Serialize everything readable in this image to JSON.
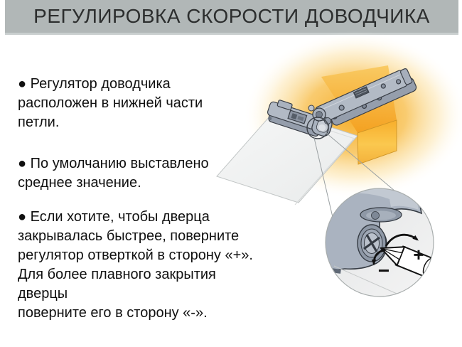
{
  "slide": {
    "title": "РЕГУЛИРОВКА СКОРОСТИ ДОВОДЧИКА",
    "bullets": [
      {
        "text": "● Регулятор доводчика\nрасположен в нижней части\nпетли."
      },
      {
        "text": "● По умолчанию выставлено\nсреднее значение."
      },
      {
        "text": "● Если хотите, чтобы дверца\nзакрывалась быстрее, поверните\nрегулятор отверткой в сторону «+».\nДля более плавного закрытия дверцы\nповерните его в сторону «-»."
      }
    ]
  },
  "illustration": {
    "labels": {
      "plus": "+",
      "minus": "−"
    },
    "colors": {
      "title_bar_bg": "#B1B7B7",
      "panel_yellow": "#F7B233",
      "panel_glow": "#F9C85E",
      "hinge_gray": "#B2BAC5",
      "hinge_outline": "#3A3F47",
      "magnifier_bg": "#E9EAEA",
      "text_color": "#101010"
    }
  }
}
